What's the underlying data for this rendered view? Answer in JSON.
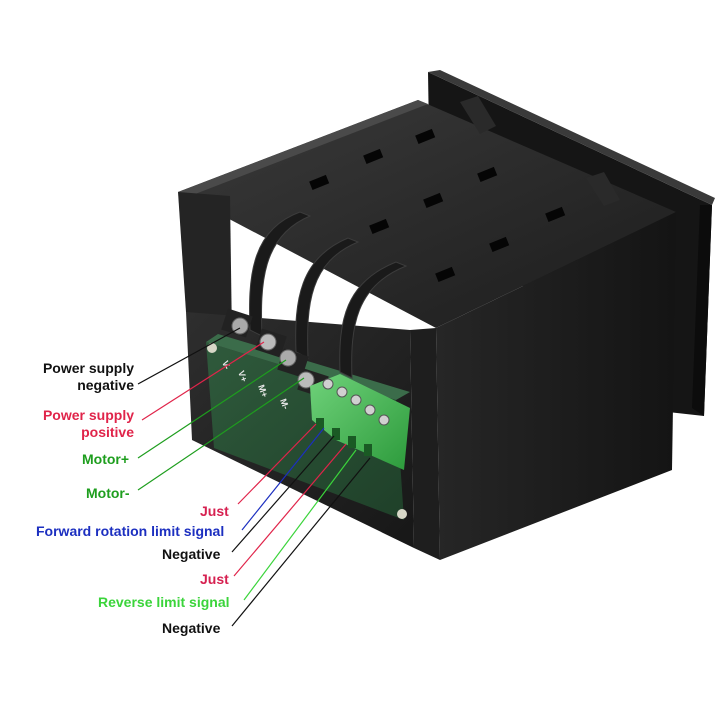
{
  "labels": {
    "power_negative": {
      "line1": "Power supply",
      "line2": "negative",
      "color": "#111111"
    },
    "power_positive": {
      "line1": "Power supply",
      "line2": "positive",
      "color": "#e0244a"
    },
    "motor_plus": {
      "text": "Motor+",
      "color": "#1e9e1e"
    },
    "motor_minus": {
      "text": "Motor-",
      "color": "#1e9e1e"
    },
    "just_1": {
      "text": "Just",
      "color": "#d62050"
    },
    "forward_limit": {
      "text": "Forward rotation limit signal",
      "color": "#1c2fc0"
    },
    "negative_1": {
      "text": "Negative",
      "color": "#111111"
    },
    "just_2": {
      "text": "Just",
      "color": "#d62050"
    },
    "reverse_limit": {
      "text": "Reverse limit signal",
      "color": "#3bd43b"
    },
    "negative_2": {
      "text": "Negative",
      "color": "#111111"
    }
  },
  "board_marks": {
    "v_minus": "V-",
    "v_plus": "V+",
    "m_plus": "M+",
    "m_minus": "M-"
  }
}
